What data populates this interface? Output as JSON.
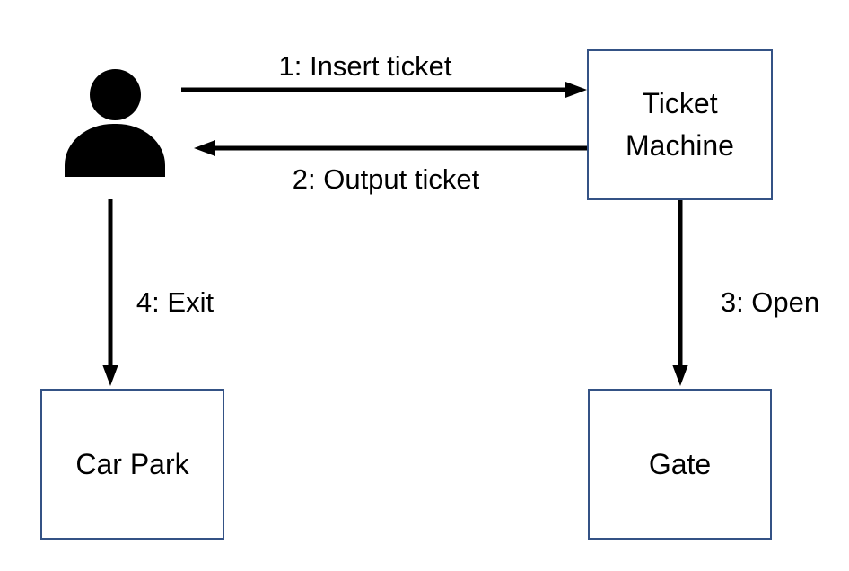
{
  "diagram": {
    "nodes": {
      "actor": {
        "kind": "person-icon"
      },
      "ticket_machine": {
        "label": "Ticket Machine"
      },
      "car_park": {
        "label": "Car Park"
      },
      "gate": {
        "label": "Gate"
      }
    },
    "messages": [
      {
        "label": "1: Insert ticket",
        "from": "actor",
        "to": "ticket_machine",
        "direction": "right"
      },
      {
        "label": "2: Output ticket",
        "from": "ticket_machine",
        "to": "actor",
        "direction": "left"
      },
      {
        "label": "3: Open",
        "from": "ticket_machine",
        "to": "gate",
        "direction": "down"
      },
      {
        "label": "4: Exit",
        "from": "actor",
        "to": "car_park",
        "direction": "down"
      }
    ],
    "colors": {
      "background": "#ffffff",
      "box_border": "#345285",
      "arrow": "#000000",
      "text": "#000000"
    }
  }
}
